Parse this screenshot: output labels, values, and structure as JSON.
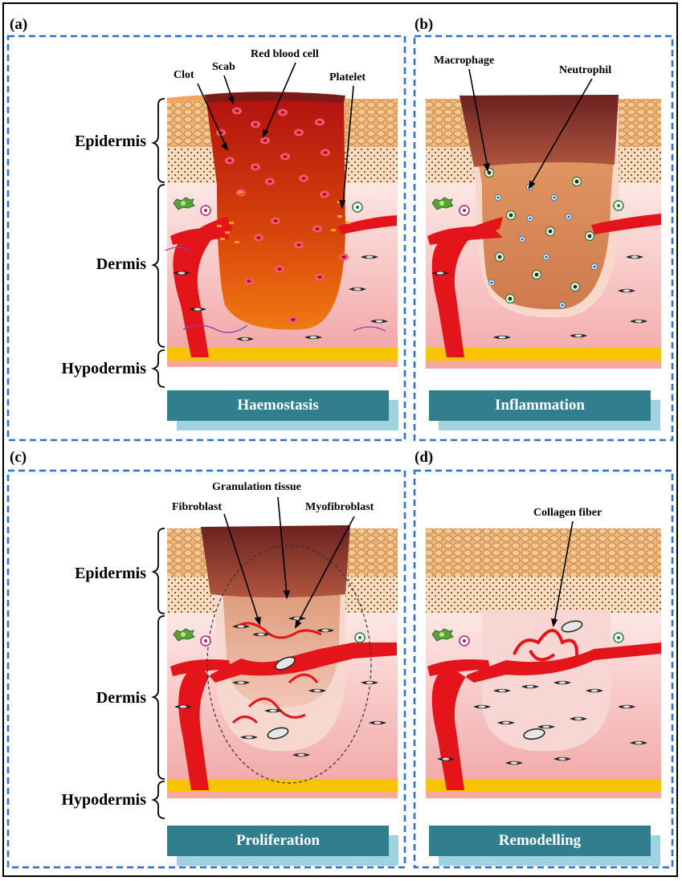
{
  "panels": {
    "a": {
      "letter": "(a)",
      "stage": "Haemostasis",
      "labels": {
        "clot": "Clot",
        "scab": "Scab",
        "rbc": "Red blood cell",
        "platelet": "Platelet"
      }
    },
    "b": {
      "letter": "(b)",
      "stage": "Inflammation",
      "labels": {
        "macrophage": "Macrophage",
        "neutrophil": "Neutrophil"
      }
    },
    "c": {
      "letter": "(c)",
      "stage": "Proliferation",
      "labels": {
        "granulation": "Granulation tissue",
        "fibroblast": "Fibroblast",
        "myofibroblast": "Myofibroblast"
      }
    },
    "d": {
      "letter": "(d)",
      "stage": "Remodelling",
      "labels": {
        "collagen": "Collagen fiber"
      }
    }
  },
  "layers": {
    "epidermis": "Epidermis",
    "dermis": "Dermis",
    "hypodermis": "Hypodermis"
  },
  "colors": {
    "dash_border": "#2a6fd6",
    "stage_button": "#317f8e",
    "stage_shadow": "#9fd3df",
    "vessel": "#e4141b",
    "scab": "#7a2a24",
    "clot": "#c9300d",
    "fat": "#f5c400"
  }
}
